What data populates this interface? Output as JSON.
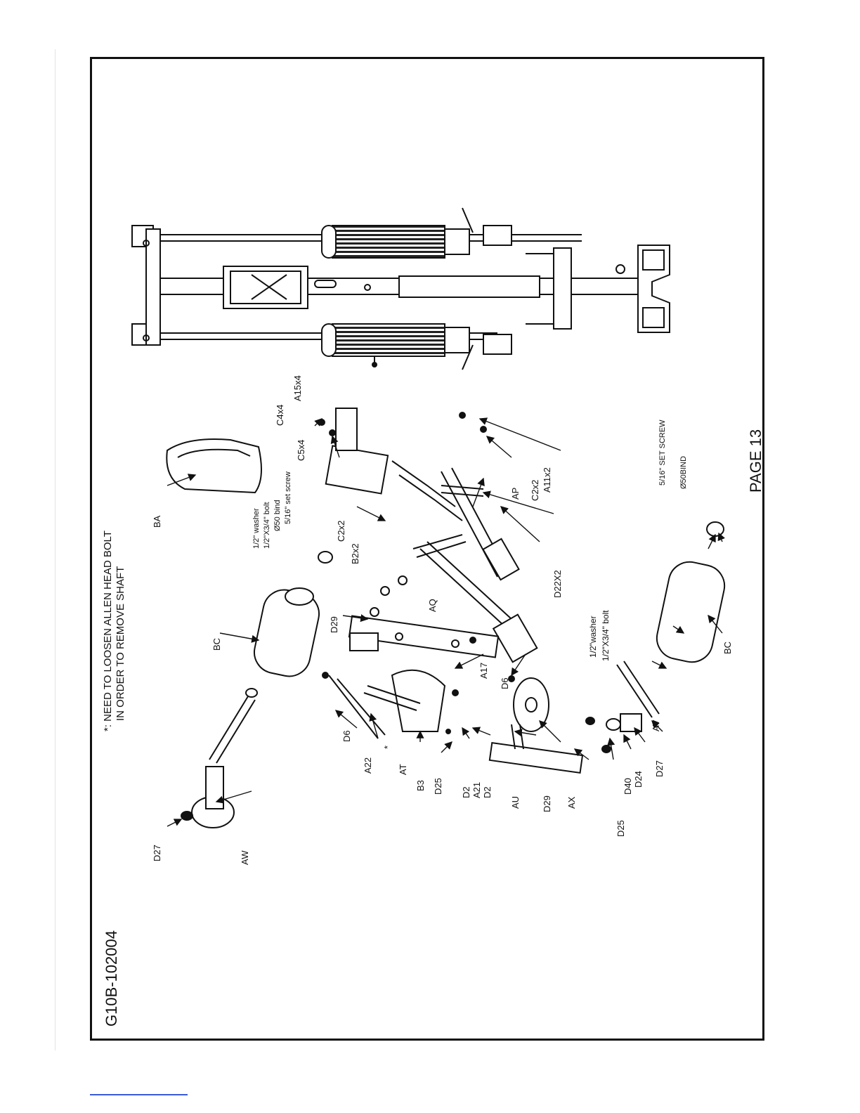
{
  "document": {
    "code": "G10B-102004",
    "note_line1": "*: NEED TO LOOSEN ALLEN HEAD BOLT",
    "note_line2": "IN ORDER TO REMOVE SHAFT",
    "page_label": "PAGE 13"
  },
  "labels": {
    "BA": "BA",
    "BC_upper": "BC",
    "BC_lower": "BC",
    "washer_upper": "1/2\" washer",
    "bolt_upper": "1/2\"X3/4\" bolt",
    "bind_upper": "Ø50 bind",
    "setscrew_upper": "5/16\" set screw",
    "C2x2_upper": "C2x2",
    "B2x2": "B2x2",
    "C4x4": "C4x4",
    "C5x4": "C5x4",
    "A15x4": "A15x4",
    "C2x2_lower": "C2x2",
    "A11x2": "A11x2",
    "AP": "AP",
    "D22X2": "D22X2",
    "D29_upper": "D29",
    "AQ": "AQ",
    "A17": "A17",
    "D6_right": "D6",
    "D6_left": "D6",
    "A22": "A22",
    "star": "*",
    "AT": "AT",
    "B3": "B3",
    "D25_upper": "D25",
    "D2_a": "D2",
    "A21": "A21",
    "D2_b": "D2",
    "AU": "AU",
    "D29_lower": "D29",
    "AX": "AX",
    "D25_lower": "D25",
    "D40": "D40",
    "D24": "D24",
    "D27_lower": "D27",
    "AV": "AV",
    "washer_lower": "1/2\"washer",
    "bolt_lower": "1/2\"X3/4\" bolt",
    "setscrew_lower": "5/16\" SET SCREW",
    "bind_lower": "Ø50BIND",
    "D27_upper": "D27",
    "AW": "AW"
  }
}
